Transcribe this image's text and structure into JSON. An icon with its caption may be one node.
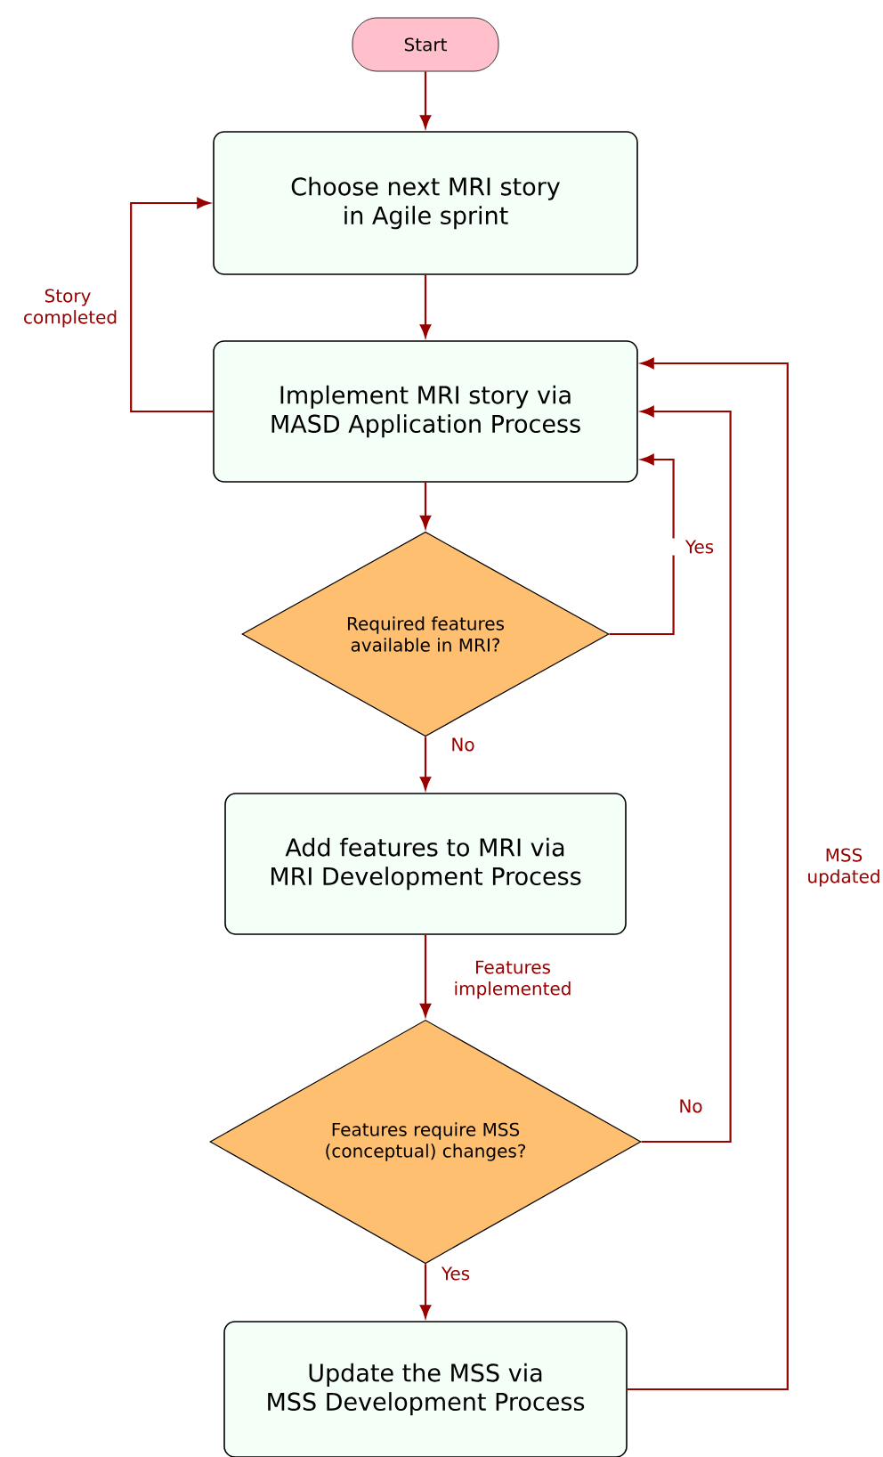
{
  "diagram": {
    "nodes": [
      {
        "text": [
          "Start"
        ]
      },
      {
        "text": [
          "Choose next MRI story in Agile sprint"
        ]
      },
      {
        "text": [
          "Implement MRI story via MASD Application Process"
        ]
      },
      {
        "text": [
          "Required features available in MRI?"
        ]
      },
      {
        "text": [
          "Add features to MRI via MRI Development Process"
        ]
      },
      {
        "text": [
          "Features require MSS (conceptual) changes?"
        ]
      },
      {
        "text": [
          "Update the MSS via MSS Development Process"
        ]
      }
    ],
    "edges": [
      {
        "from": 0,
        "to": 1,
        "arrow": "to"
      },
      {
        "from": 1,
        "to": 2,
        "arrow": "to"
      },
      {
        "from": 2,
        "to": 1,
        "arrow": "to",
        "label": "Story completed"
      },
      {
        "from": 2,
        "to": 3,
        "arrow": "to"
      },
      {
        "from": 3,
        "to": 2,
        "arrow": "to",
        "label": "Yes"
      },
      {
        "from": 3,
        "to": 4,
        "arrow": "to",
        "label": "No"
      },
      {
        "from": 4,
        "to": 5,
        "arrow": "to",
        "label": "Features implemented"
      },
      {
        "from": 5,
        "to": 2,
        "arrow": "to",
        "label": "No"
      },
      {
        "from": 5,
        "to": 6,
        "arrow": "to",
        "label": "Yes"
      },
      {
        "from": 6,
        "to": 2,
        "arrow": "to",
        "label": "MSS updated"
      }
    ]
  }
}
